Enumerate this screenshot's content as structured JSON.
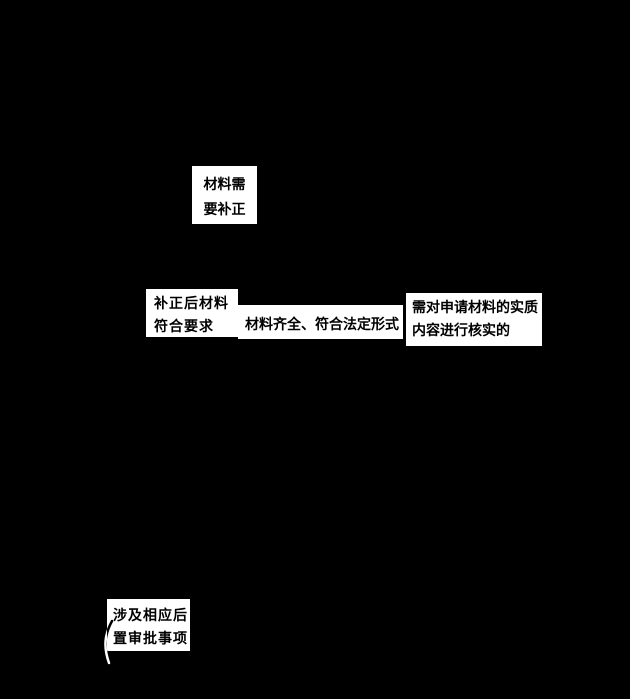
{
  "colors": {
    "background": "#000000",
    "node_background": "#ffffff",
    "node_text": "#000000",
    "connector": "#ffffff"
  },
  "diagram": {
    "type": "flowchart-fragment",
    "nodes": {
      "material_needs_correction": {
        "line1": "材料需",
        "line2": "要补正"
      },
      "corrected_material_meets_requirements": {
        "line1": "补正后材料",
        "line2": "符合要求"
      },
      "materials_complete_legal_form": {
        "label": "材料齐全、符合法定形式"
      },
      "substantive_verification_required": {
        "line1": "需对申请材料的实质",
        "line2": "内容进行核实的"
      },
      "post_approval_items": {
        "line1": "涉及相应后",
        "line2": "置审批事项"
      }
    }
  }
}
